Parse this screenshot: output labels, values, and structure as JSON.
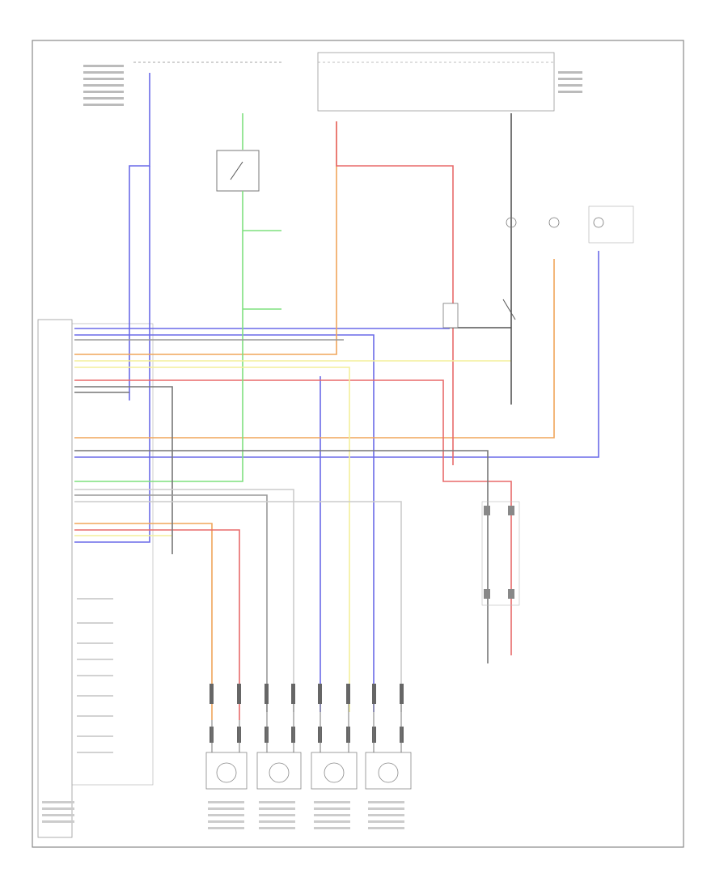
{
  "footer_code": "",
  "colors": {
    "blue": "#6a6ae8",
    "orange": "#f0a55a",
    "red": "#e86a6a",
    "green": "#7ee07e",
    "yellow": "#f3ef9a",
    "gray": "#777777",
    "light_gray": "#c8c8c8",
    "frame": "#888888"
  },
  "labels": {
    "top_left_fuse_note": "",
    "right_component_note": "",
    "module_name": "",
    "ground_symbol": ""
  },
  "connectors": {
    "bottom_left": [
      {
        "id": "left-front-wheel-speed-sensor",
        "label": ""
      },
      {
        "id": "right-front-wheel-speed-sensor",
        "label": ""
      },
      {
        "id": "left-rear-wheel-speed-sensor",
        "label": ""
      },
      {
        "id": "right-rear-wheel-speed-sensor",
        "label": ""
      }
    ]
  }
}
